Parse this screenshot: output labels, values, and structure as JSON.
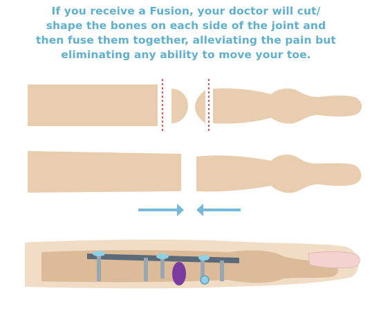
{
  "caption": {
    "line1": "If you receive a Fusion, your doctor will cut/",
    "line2": "shape the bones on each side of the joint and",
    "line3": "then fuse them together, alleviating the pain but",
    "line4": "eliminating any ability to move your toe."
  },
  "colors": {
    "caption_text": "#5fb0cf",
    "bone": "#e9cdaf",
    "bone_shade": "#dbbb98",
    "cut_line": "#e25555",
    "arrow": "#76b7da",
    "plate": "#5b6a78",
    "screw": "#9aa6b0",
    "screw_head": "#8fd0e6",
    "implant": "#7a3aa0",
    "skin": "#f1dcc6",
    "nail": "#f3d2d0"
  },
  "icons": [
    "arrow-right-icon",
    "arrow-left-icon"
  ]
}
